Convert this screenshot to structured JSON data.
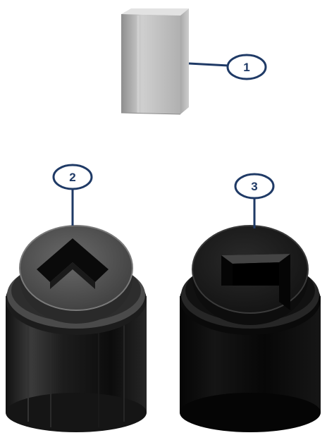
{
  "colors": {
    "callout": "#1f3a66",
    "background": "#ffffff",
    "knob_dark": "#0d0d0d",
    "knob_grey": "#3a3a3a",
    "block_grey": "#b5b5b5"
  },
  "parts": [
    {
      "id": "insert-block",
      "callout": "1"
    },
    {
      "id": "knob-chevron-socket",
      "callout": "2"
    },
    {
      "id": "knob-square-socket",
      "callout": "3"
    }
  ]
}
